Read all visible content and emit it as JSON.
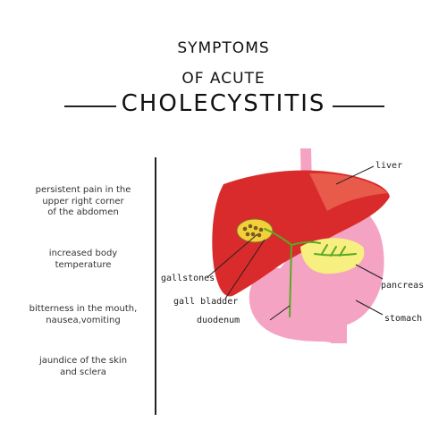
{
  "title": {
    "line1": "SYMPTOMS",
    "line2": "OF ACUTE",
    "line3": "CHOLECYSTITIS"
  },
  "symptoms": [
    "persistent pain in the\nupper right corner\nof the abdomen",
    "increased body\ntemperature",
    "bitterness in the mouth,\nnausea,vomiting",
    "jaundice of the skin\nand sclera"
  ],
  "labels": {
    "liver": "liver",
    "gallstones": "gallstones",
    "pancreas": "pancreas",
    "gall_bladder": "gall bladder",
    "duodenum": "duodenum",
    "stomach": "stomach"
  },
  "colors": {
    "liver": "#d92b2b",
    "liver_light": "#e85a4a",
    "stomach": "#f4a3c2",
    "pancreas": "#f7ef80",
    "bile_duct": "#5aa825",
    "gallbladder": "#f2d03a",
    "gallstones": "#7a5a22"
  }
}
